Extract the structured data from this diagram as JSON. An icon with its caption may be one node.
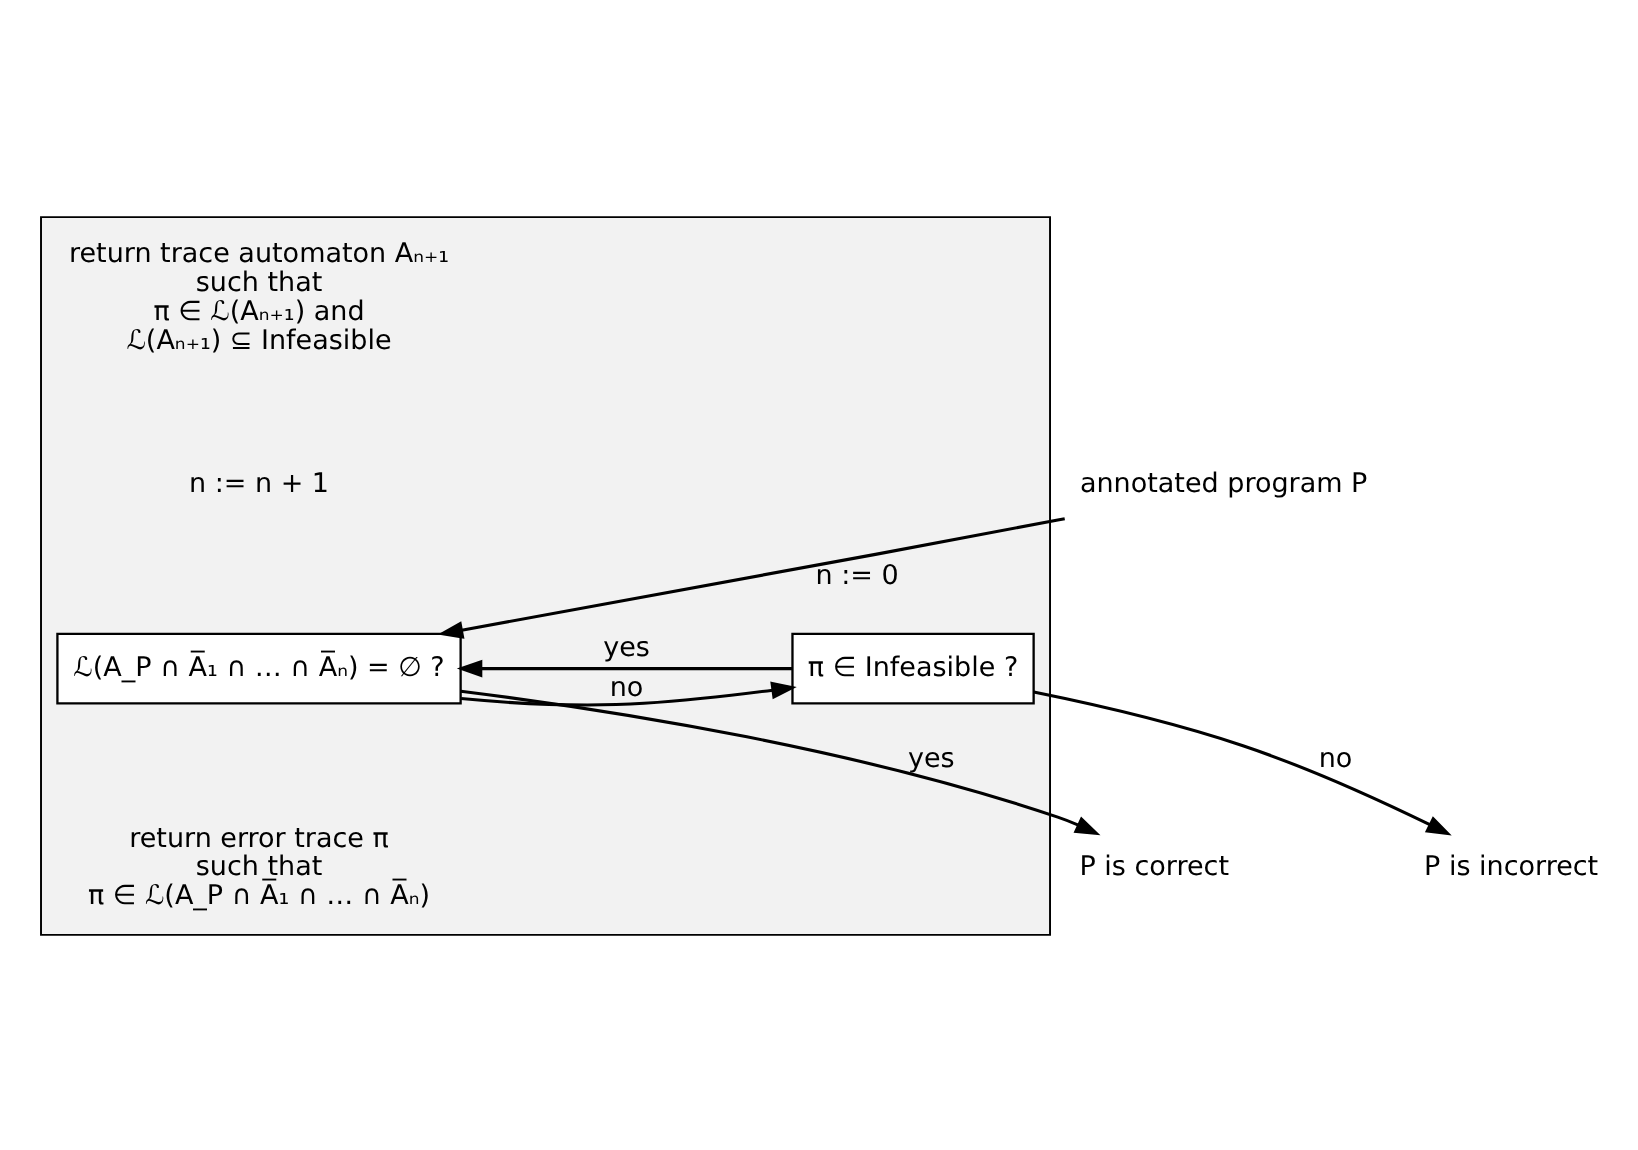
{
  "diagram": {
    "nodes": [
      {
        "text": [],
        "shape": "box"
      },
      {
        "text": [
          "ℒ(A_P ∩ A̅₁ ∩ … ∩ A̅ₙ) = ∅ ?"
        ],
        "in": 0
      },
      {
        "text": [
          "π ∈ Infeasible ?"
        ],
        "in": 0
      },
      {
        "text": [
          "annotated program P"
        ]
      },
      {
        "text": [
          "P is correct"
        ]
      },
      {
        "text": [
          "P is incorrect"
        ]
      }
    ],
    "edges": [
      {
        "from": 3,
        "to": 1,
        "arrow": "to",
        "label": "n := 0"
      },
      {
        "from": 1,
        "to": 2,
        "arrow": "to",
        "label": "no"
      },
      {
        "from": 2,
        "to": 1,
        "arrow": "to",
        "label": "yes"
      },
      {
        "from": 1,
        "to": 4,
        "arrow": "to",
        "label": "yes"
      },
      {
        "from": 2,
        "to": 5,
        "arrow": "to",
        "label": "no"
      }
    ],
    "labels": [
      "return trace automaton Aₙ₊₁ such that π ∈ ℒ(Aₙ₊₁) and ℒ(Aₙ₊₁) ⊆ Infeasible",
      "n := n + 1",
      "return error trace π such that π ∈ ℒ(A_P ∩ A̅₁ ∩ … ∩ A̅ₙ)"
    ]
  }
}
